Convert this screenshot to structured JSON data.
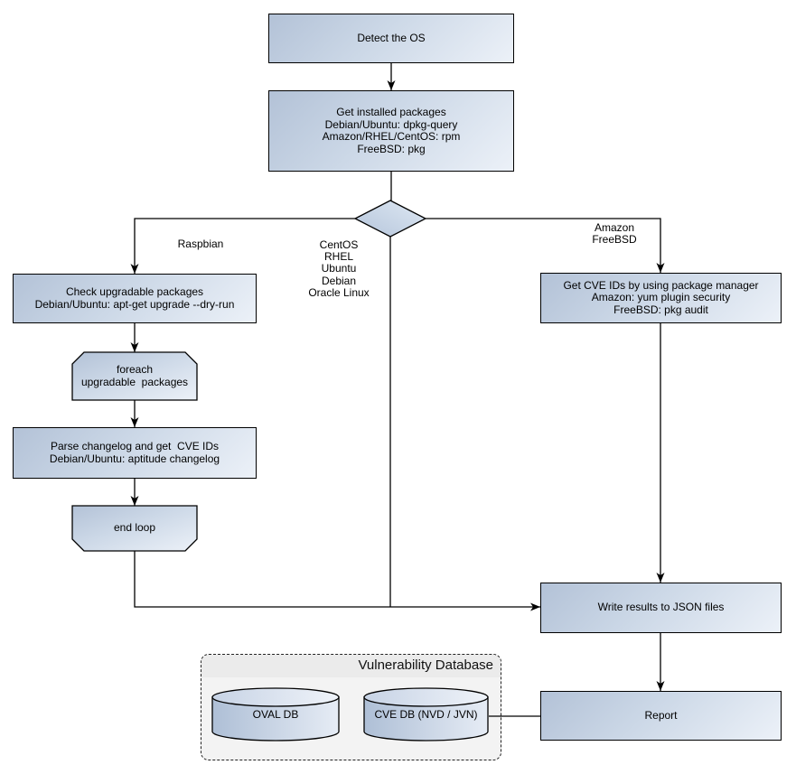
{
  "nodes": {
    "detect_os": {
      "label": "Detect the OS"
    },
    "get_installed_packages": {
      "label": "Get installed packages\nDebian/Ubuntu: dpkg-query\nAmazon/RHEL/CentOS: rpm\nFreeBSD: pkg"
    },
    "check_upgradable": {
      "label": "Check upgradable packages\nDebian/Ubuntu: apt-get upgrade --dry-run"
    },
    "foreach_loop": {
      "label": "foreach\nupgradable  packages"
    },
    "parse_changelog": {
      "label": "Parse changelog and get  CVE IDs\nDebian/Ubuntu: aptitude changelog"
    },
    "end_loop": {
      "label": "end loop"
    },
    "get_cve_pkg_manager": {
      "label": "Get CVE IDs by using package manager\nAmazon: yum plugin security\nFreeBSD: pkg audit"
    },
    "write_results": {
      "label": "Write results to JSON files"
    },
    "report": {
      "label": "Report"
    }
  },
  "branch_labels": {
    "raspbian": "Raspbian",
    "middle_os": "CentOS\nRHEL\nUbuntu\nDebian\nOracle Linux",
    "amazon_freebsd": "Amazon\nFreeBSD"
  },
  "database_group": {
    "title": "Vulnerability Database",
    "oval_db": "OVAL DB",
    "cve_db": "CVE DB (NVD / JVN)"
  },
  "colors": {
    "node_gradient_start": "#b3c2d7",
    "node_gradient_end": "#ecf1f8",
    "outline": "#000000",
    "container_fill": "#f3f3f3",
    "container_titlebar": "#ebebeb",
    "connector": "#000000",
    "background": "#ffffff"
  }
}
